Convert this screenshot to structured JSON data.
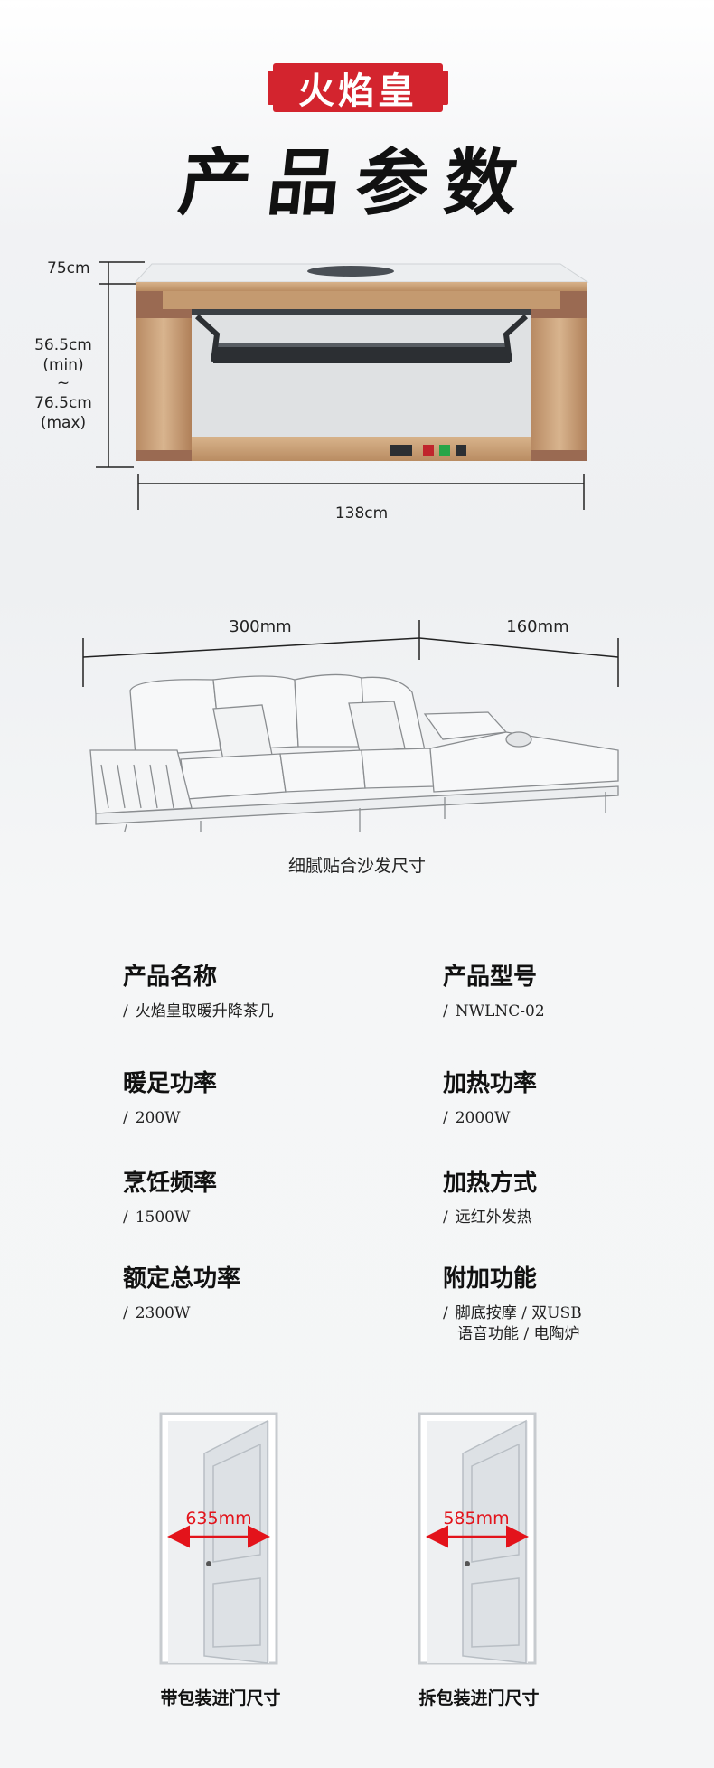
{
  "brand": {
    "logo_text": "火焰皇",
    "logo_color": "#d3242e"
  },
  "title": "产品参数",
  "table_dimensions": {
    "top_thickness": "75cm",
    "height_min_value": "56.5cm",
    "height_min_tag": "(min)",
    "tilde": "~",
    "height_max_value": "76.5cm",
    "height_max_tag": "(max)",
    "length": "138cm"
  },
  "sofa_dimensions": {
    "main_length": "300mm",
    "chaise_length": "160mm",
    "caption": "细腻贴合沙发尺寸"
  },
  "specs": [
    {
      "label": "产品名称",
      "value": "火焰皇取暖升降茶几"
    },
    {
      "label": "产品型号",
      "value": "NWLNC-02"
    },
    {
      "label": "暖足功率",
      "value": "200W"
    },
    {
      "label": "加热功率",
      "value": "2000W"
    },
    {
      "label": "烹饪频率",
      "value": "1500W"
    },
    {
      "label": "加热方式",
      "value": "远红外发热"
    },
    {
      "label": "额定总功率",
      "value": "2300W"
    },
    {
      "label": "附加功能",
      "value": "脚底按摩 / 双USB",
      "value2": "语音功能 / 电陶炉"
    }
  ],
  "spec_slash": "/",
  "doors": [
    {
      "width": "635mm",
      "caption": "带包装进门尺寸"
    },
    {
      "width": "585mm",
      "caption": "拆包装进门尺寸"
    }
  ],
  "colors": {
    "accent_red": "#e3131b",
    "wood": "#c99d72",
    "copper": "#9a6a52"
  }
}
